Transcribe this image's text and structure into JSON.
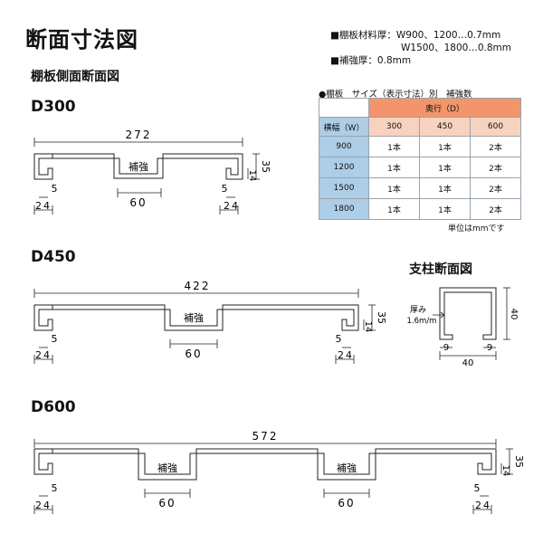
{
  "header": {
    "title": "断面寸法図",
    "subtitle": "棚板側面断面図"
  },
  "specs": [
    "■棚板材料厚：W900、1200…0.7mm",
    "W1500、1800…0.8mm",
    "■補強厚：0.8mm"
  ],
  "table": {
    "caption": "●棚板　サイズ（表示寸法）別　補強数",
    "depth_header": "奥行（D）",
    "width_header": "横幅（W）",
    "depths": [
      "300",
      "450",
      "600"
    ],
    "rows": [
      {
        "width": "900",
        "values": [
          "1本",
          "1本",
          "2本"
        ]
      },
      {
        "width": "1200",
        "values": [
          "1本",
          "1本",
          "2本"
        ]
      },
      {
        "width": "1500",
        "values": [
          "1本",
          "1本",
          "2本"
        ]
      },
      {
        "width": "1800",
        "values": [
          "1本",
          "1本",
          "2本"
        ]
      }
    ],
    "unit_note": "単位はmmです",
    "colors": {
      "depth_header": "#f2956a",
      "depth_sub": "#f7d2bf",
      "width_header": "#aecde6"
    }
  },
  "sections": {
    "d300": {
      "label": "D300",
      "total": "272",
      "reinforce_label": "補強",
      "reinforce_width": "60",
      "height": "35",
      "lip_height": "14",
      "flange": "5",
      "lip": "24"
    },
    "d450": {
      "label": "D450",
      "total": "422",
      "reinforce_label": "補強",
      "reinforce_width": "60",
      "height": "35",
      "lip_height": "14",
      "flange": "5",
      "lip": "24"
    },
    "d600": {
      "label": "D600",
      "total": "572",
      "reinforce_label": "補強",
      "reinforce_width": "60",
      "height": "35",
      "lip_height": "14",
      "flange": "5",
      "lip": "24"
    }
  },
  "pillar": {
    "title": "支柱断面図",
    "thickness_label": "厚み",
    "thickness_value": "1.6m/m",
    "height": "40",
    "width": "40",
    "opening_left": "9",
    "opening_right": "9"
  }
}
